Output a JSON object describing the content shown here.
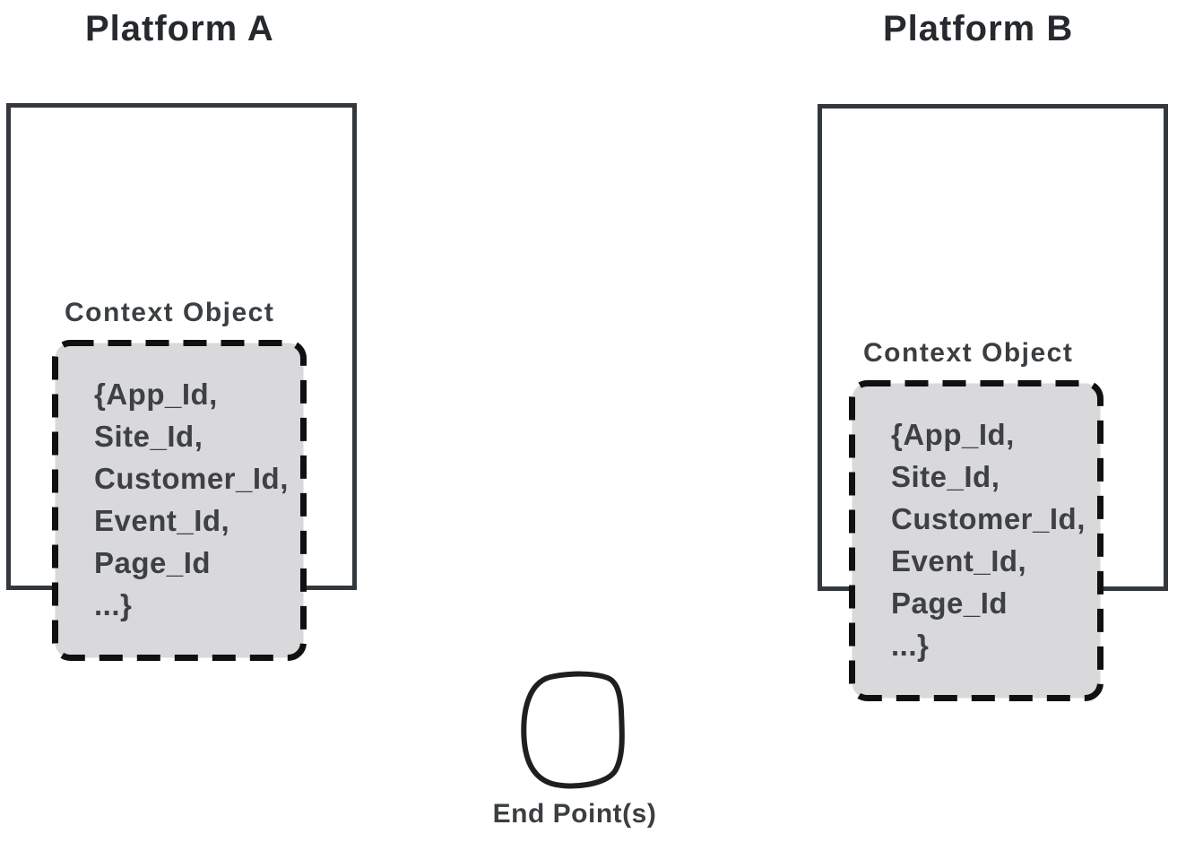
{
  "platform_a": {
    "title": "Platform A",
    "context_label": "Context Object",
    "context_lines": [
      "{App_Id,",
      "Site_Id,",
      "Customer_Id,",
      "Event_Id,",
      "Page_Id",
      "...}"
    ]
  },
  "platform_b": {
    "title": "Platform B",
    "context_label": "Context Object",
    "context_lines": [
      "{App_Id,",
      "Site_Id,",
      "Customer_Id,",
      "Event_Id,",
      "Page_Id",
      "...}"
    ]
  },
  "endpoint": {
    "label": "End Point(s)"
  },
  "colors": {
    "background": "#ffffff",
    "platform_outline": "#33383c",
    "dashed_border": "#101010",
    "context_fill": "#d9d9db",
    "text": "#3d4144",
    "title_text": "#26292d"
  }
}
